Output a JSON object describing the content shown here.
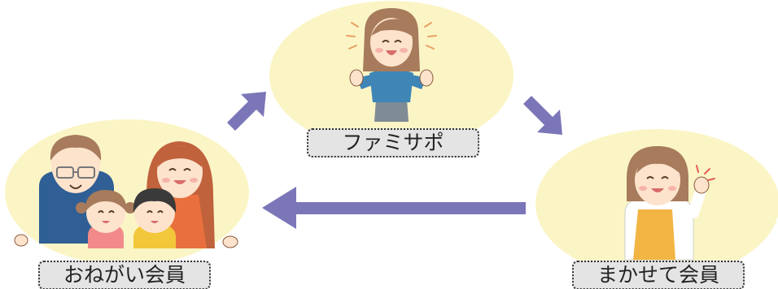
{
  "roles": {
    "famisapo": {
      "label": "ファミサポ"
    },
    "onegai": {
      "label": "おねがい会員"
    },
    "makasete": {
      "label": "まかせて会員"
    }
  },
  "colors": {
    "blob": "#fbf5c6",
    "arrow": "#7b76b8",
    "label_bg": "#e4e4e4",
    "label_border": "#333333",
    "skin": "#fde3cc",
    "hair_brown": "#a77b5c",
    "shirt_teal": "#3f86b7"
  },
  "icons": [
    "arrow-up-right-icon",
    "arrow-down-right-icon",
    "arrow-left-icon"
  ]
}
